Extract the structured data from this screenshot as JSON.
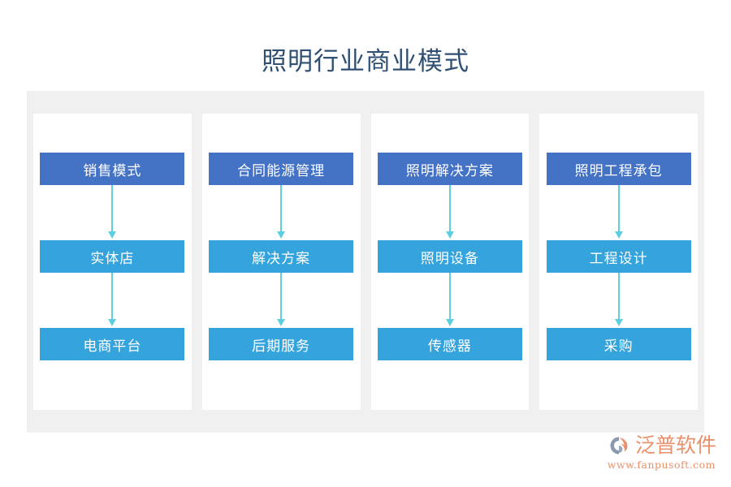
{
  "title": "照明行业商业模式",
  "diagram": {
    "type": "flowchart",
    "layout": "4 parallel vertical chains, 3 levels each",
    "colors": {
      "level0": "#4472C4",
      "level1": "#35A3DC",
      "level2": "#35A3DC",
      "arrow": "#5ECFE0",
      "band": "#F0F0F0",
      "panel": "#FFFFFF",
      "title": "#2F4F73",
      "logo": "#E8916C"
    },
    "columns": [
      {
        "id": "column-1",
        "nodes": [
          {
            "label": "销售模式"
          },
          {
            "label": "实体店"
          },
          {
            "label": "电商平台"
          }
        ]
      },
      {
        "id": "column-2",
        "nodes": [
          {
            "label": "合同能源管理"
          },
          {
            "label": "解决方案"
          },
          {
            "label": "后期服务"
          }
        ]
      },
      {
        "id": "column-3",
        "nodes": [
          {
            "label": "照明解决方案"
          },
          {
            "label": "照明设备"
          },
          {
            "label": "传感器"
          }
        ]
      },
      {
        "id": "column-4",
        "nodes": [
          {
            "label": "照明工程承包"
          },
          {
            "label": "工程设计"
          },
          {
            "label": "采购"
          }
        ]
      }
    ]
  },
  "logo": {
    "name": "泛普软件",
    "url": "www.fanpusoft.com"
  }
}
